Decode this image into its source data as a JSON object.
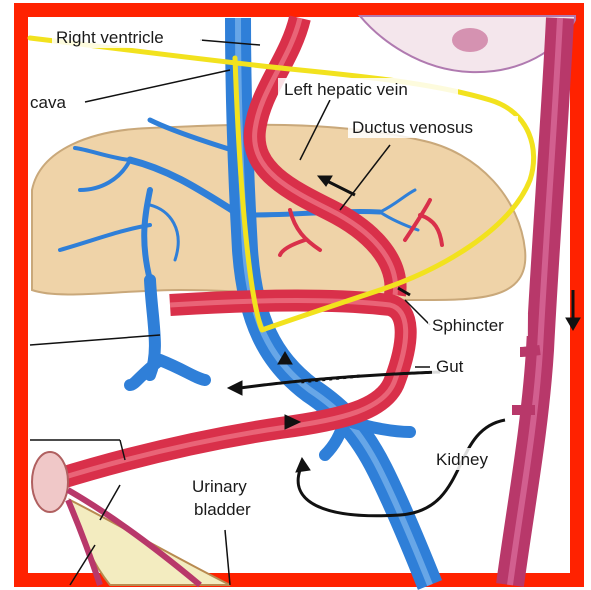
{
  "labels": {
    "right_ventricle": "Right ventricle",
    "cava": "cava",
    "left_hepatic_vein": "Left hepatic vein",
    "ductus_venosus": "Ductus venosus",
    "sphincter": "Sphincter",
    "gut": "Gut",
    "kidney": "Kidney",
    "urinary": "Urinary",
    "bladder": "bladder"
  },
  "colors": {
    "frame_red": "#ff2200",
    "vein_blue": "#2f7fd8",
    "artery_red": "#d9304a",
    "liver_tan": "#efd3a8",
    "highlight_yellow": "#f2e21e",
    "umbilical_pink": "#b8386a",
    "bladder_cream": "#f3ecc0"
  }
}
